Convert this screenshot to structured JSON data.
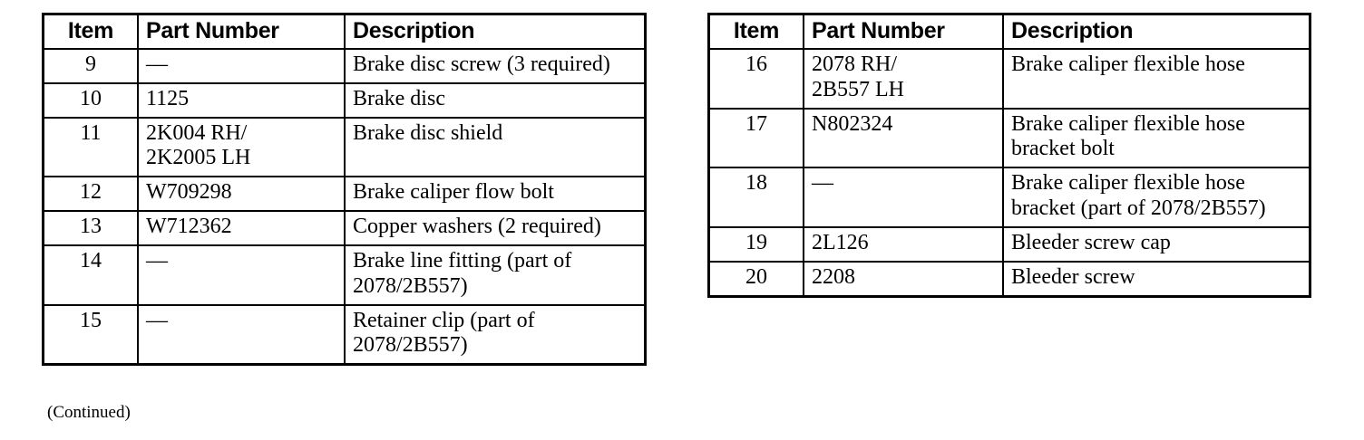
{
  "document": {
    "continued_note": "(Continued)"
  },
  "tables": [
    {
      "id": "left",
      "headers": {
        "item": "Item",
        "part_number": "Part Number",
        "description": "Description"
      },
      "rows": [
        {
          "item": "9",
          "part_number": "—",
          "description": "Brake disc screw (3 required)"
        },
        {
          "item": "10",
          "part_number": "1125",
          "description": "Brake disc"
        },
        {
          "item": "11",
          "part_number": "2K004 RH/\n2K2005 LH",
          "description": "Brake disc shield"
        },
        {
          "item": "12",
          "part_number": "W709298",
          "description": "Brake caliper flow bolt"
        },
        {
          "item": "13",
          "part_number": "W712362",
          "description": "Copper washers (2 required)"
        },
        {
          "item": "14",
          "part_number": "—",
          "description": "Brake line fitting (part of\n2078/2B557)"
        },
        {
          "item": "15",
          "part_number": "—",
          "description": "Retainer clip (part of\n2078/2B557)"
        }
      ]
    },
    {
      "id": "right",
      "headers": {
        "item": "Item",
        "part_number": "Part Number",
        "description": "Description"
      },
      "rows": [
        {
          "item": "16",
          "part_number": "2078 RH/\n2B557 LH",
          "description": "Brake caliper flexible hose"
        },
        {
          "item": "17",
          "part_number": "N802324",
          "description": "Brake caliper flexible hose\nbracket bolt"
        },
        {
          "item": "18",
          "part_number": "—",
          "description": "Brake caliper flexible hose\nbracket (part of 2078/2B557)"
        },
        {
          "item": "19",
          "part_number": "2L126",
          "description": "Bleeder screw cap"
        },
        {
          "item": "20",
          "part_number": "2208",
          "description": "Bleeder screw"
        }
      ]
    }
  ]
}
